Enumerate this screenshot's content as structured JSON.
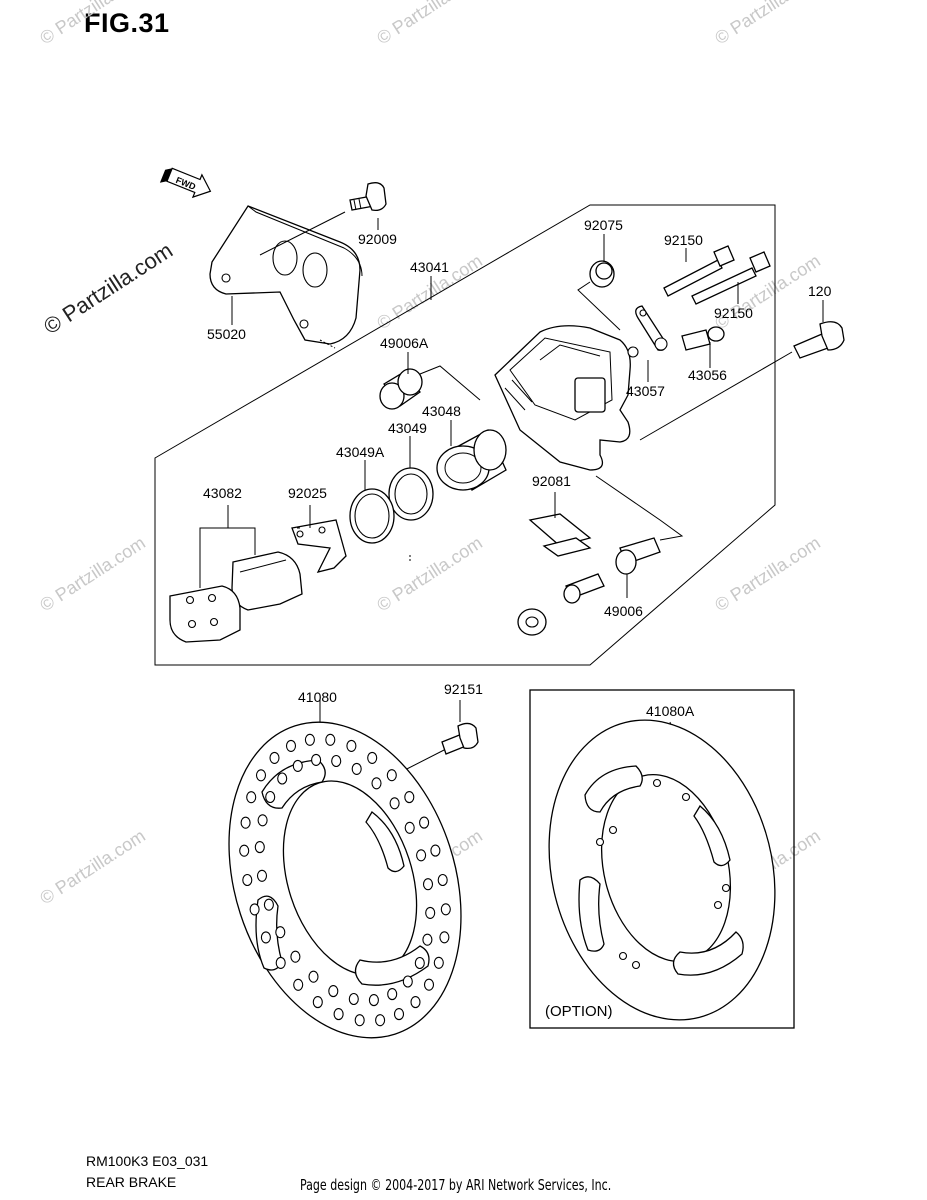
{
  "figure": {
    "title": "FIG.31",
    "model_code": "RM100K3 E03_031",
    "section_name": "REAR BRAKE",
    "credit": "Page design © 2004-2017 by ARI Network Services, Inc.",
    "option_label": "(OPTION)",
    "fwd_label": "FWD"
  },
  "watermark": {
    "text": "© Partzilla.com",
    "color": "#c8c8c8"
  },
  "parts": {
    "p92009": "92009",
    "p55020": "55020",
    "p43041": "43041",
    "p92075": "92075",
    "p92150_a": "92150",
    "p92150_b": "92150",
    "p120": "120",
    "p49006A": "49006A",
    "p43057": "43057",
    "p43056": "43056",
    "p43048": "43048",
    "p43049": "43049",
    "p43049A": "43049A",
    "p43082": "43082",
    "p92025": "92025",
    "p92081": "92081",
    "p49006": "49006",
    "p41080": "41080",
    "p92151": "92151",
    "p41080A": "41080A"
  }
}
